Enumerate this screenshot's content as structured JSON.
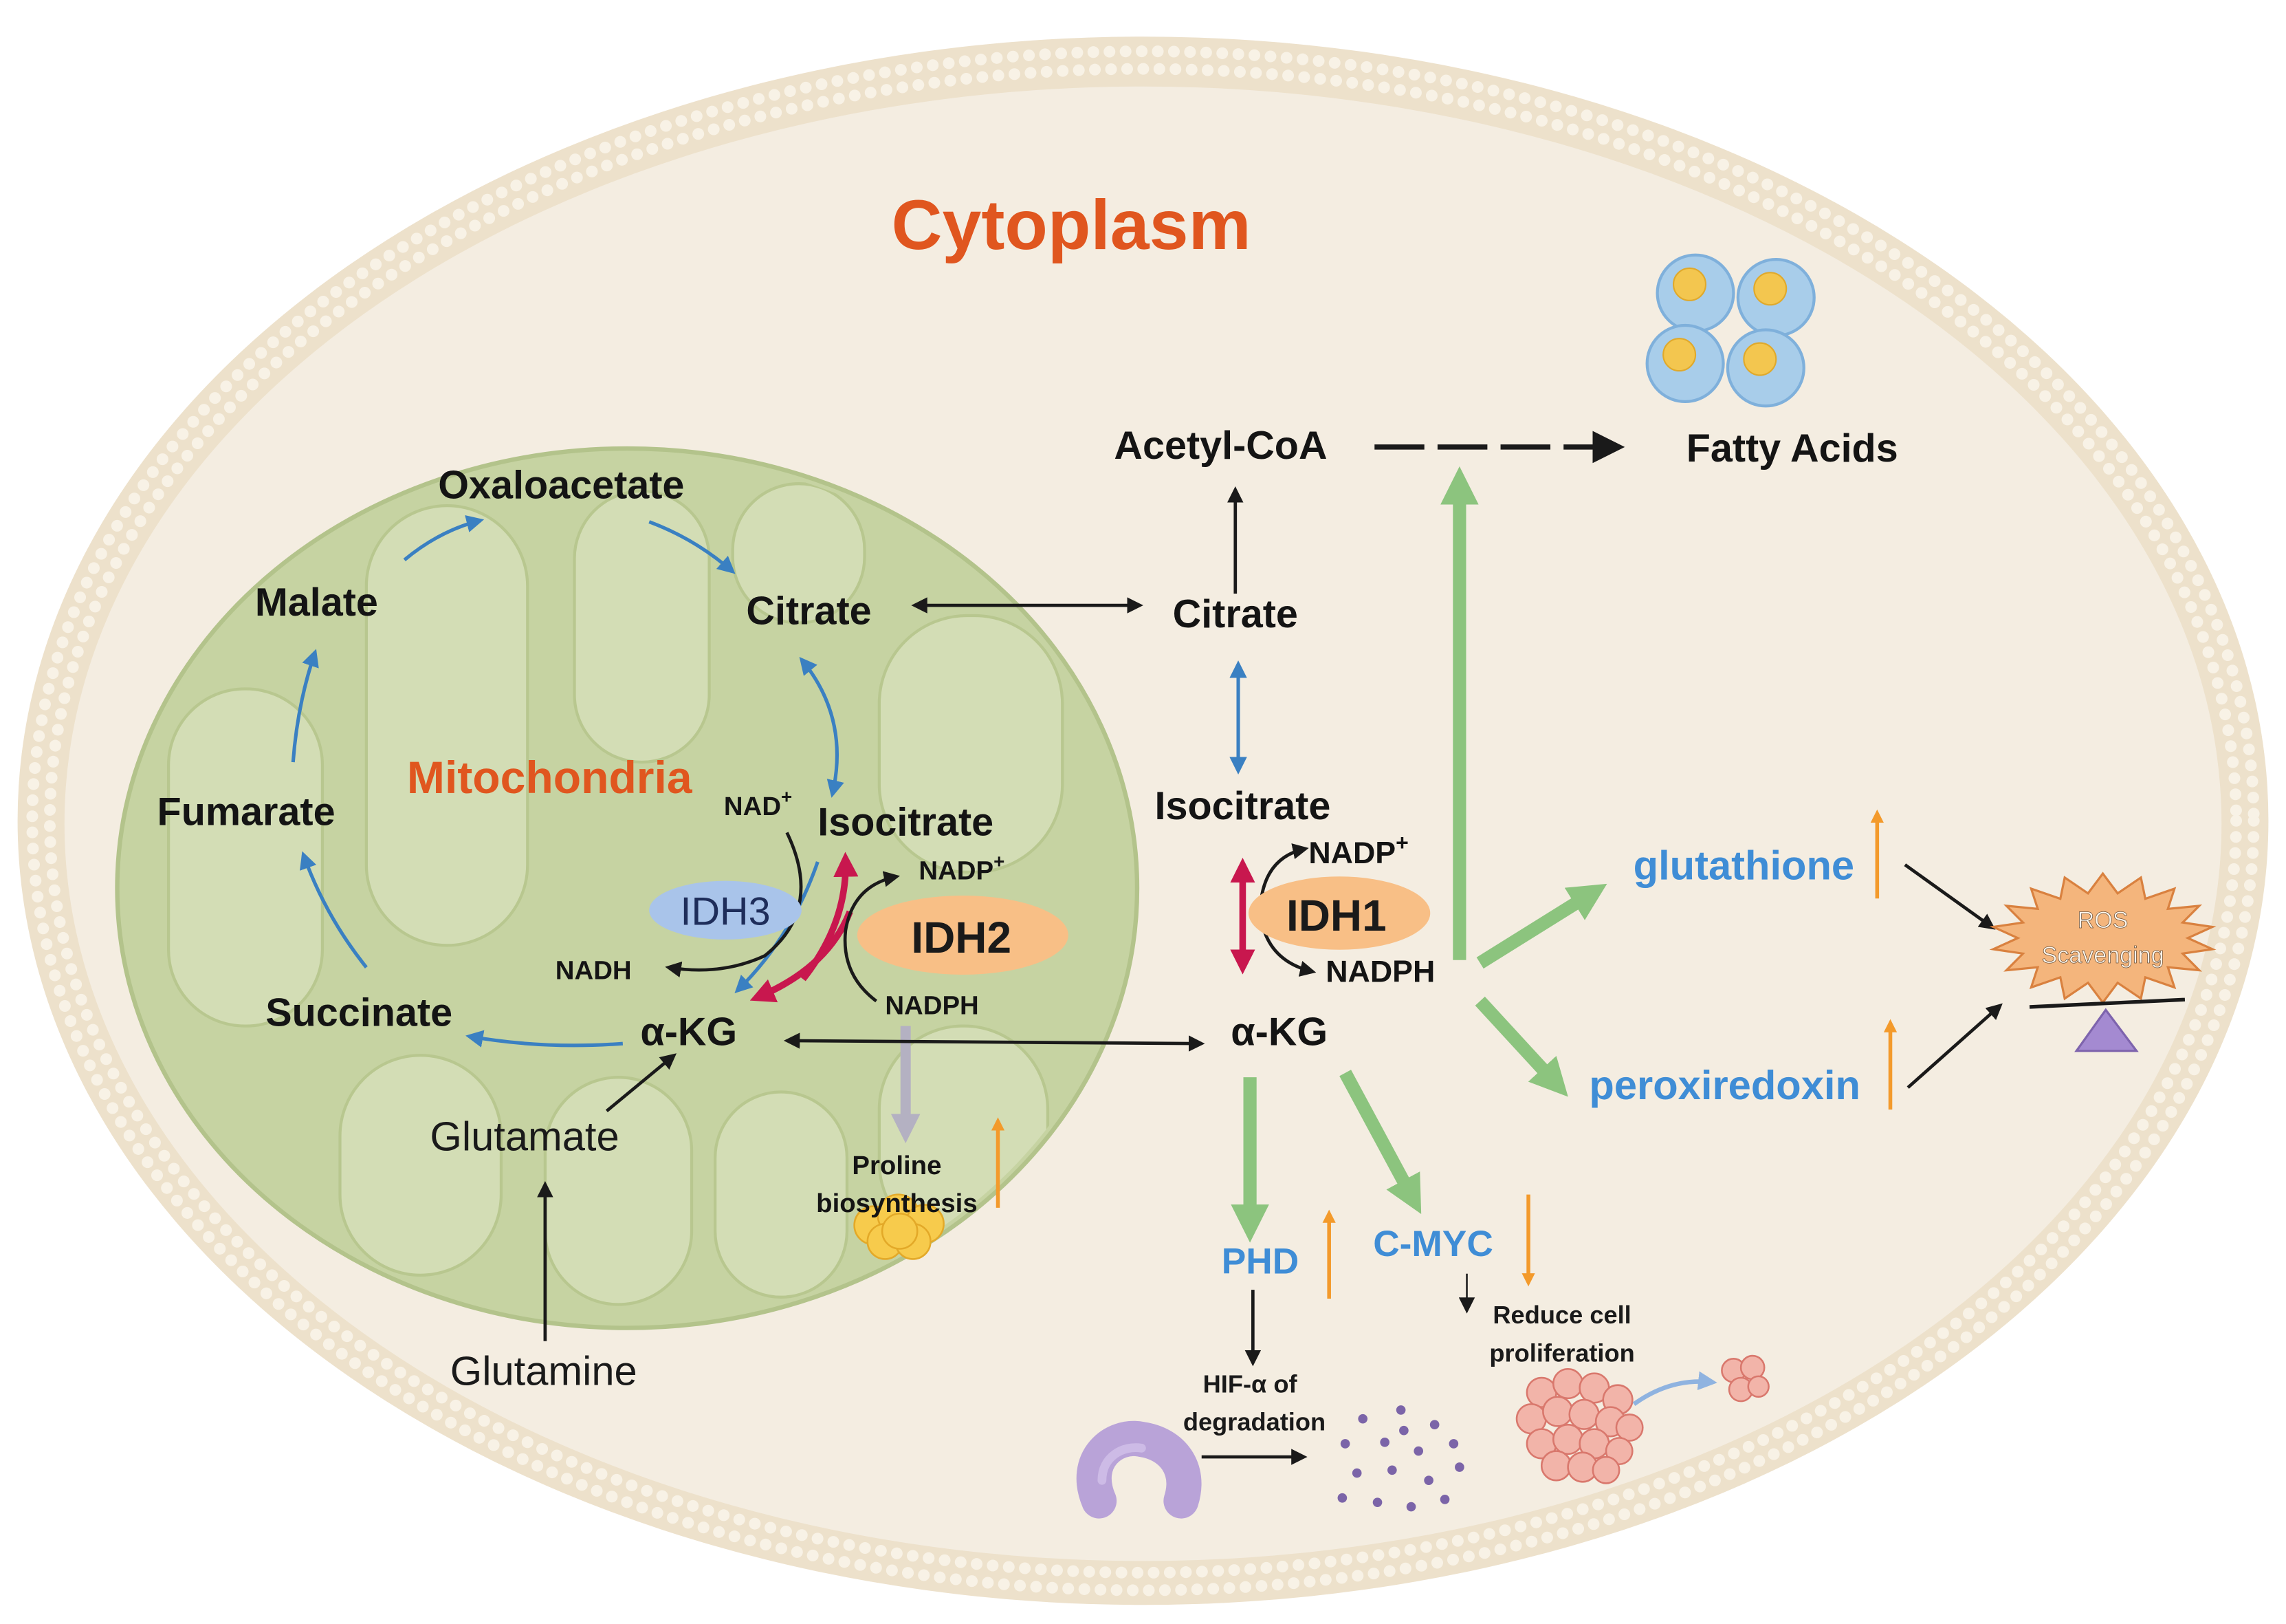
{
  "regions": {
    "cytoplasm_label": "Cytoplasm",
    "mitochondria_label": "Mitochondria"
  },
  "mitochondria": {
    "oxaloacetate": "Oxaloacetate",
    "malate": "Malate",
    "citrate": "Citrate",
    "fumarate": "Fumarate",
    "isocitrate": "Isocitrate",
    "succinate": "Succinate",
    "akg": "α-KG",
    "glutamate": "Glutamate",
    "nad": {
      "base": "NAD",
      "sup": "+"
    },
    "nadh": "NADH",
    "nadp": {
      "base": "NADP",
      "sup": "+"
    },
    "nadph": "NADPH",
    "idh3": "IDH3",
    "idh2": "IDH2",
    "proline": [
      "Proline",
      "biosynthesis"
    ]
  },
  "outside": {
    "glutamine": "Glutamine"
  },
  "cytoplasm": {
    "acetyl_coa": "Acetyl-CoA",
    "fatty_acids": "Fatty Acids",
    "citrate": "Citrate",
    "isocitrate": "Isocitrate",
    "idh1": "IDH1",
    "nadp": {
      "base": "NADP",
      "sup": "+"
    },
    "nadph": "NADPH",
    "akg": "α-KG",
    "glutathione": "glutathione",
    "peroxiredoxin": "peroxiredoxin",
    "ros": [
      "ROS",
      "Scavenging"
    ],
    "phd": "PHD",
    "cmyc": "C-MYC",
    "hif": [
      "HIF-α of",
      "degradation"
    ],
    "reduce": [
      "Reduce cell",
      "proliferation"
    ]
  },
  "regulation": {
    "proline_biosynthesis": "up-arrow-icon",
    "glutathione": "up-arrow-icon",
    "peroxiredoxin": "up-arrow-icon",
    "phd": "up-arrow-icon",
    "c_myc": "down-arrow-icon"
  },
  "colors": {
    "title_orange": "#e0561f",
    "label_blue": "#3f8dd6",
    "tca_blue": "#3a80c2",
    "idh_red": "#c8174e",
    "pathway_green": "#8cc47e",
    "indicator_orange": "#f39a2b",
    "idh_fill": "#f8bf86",
    "idh3_fill": "#a9c4ea"
  }
}
